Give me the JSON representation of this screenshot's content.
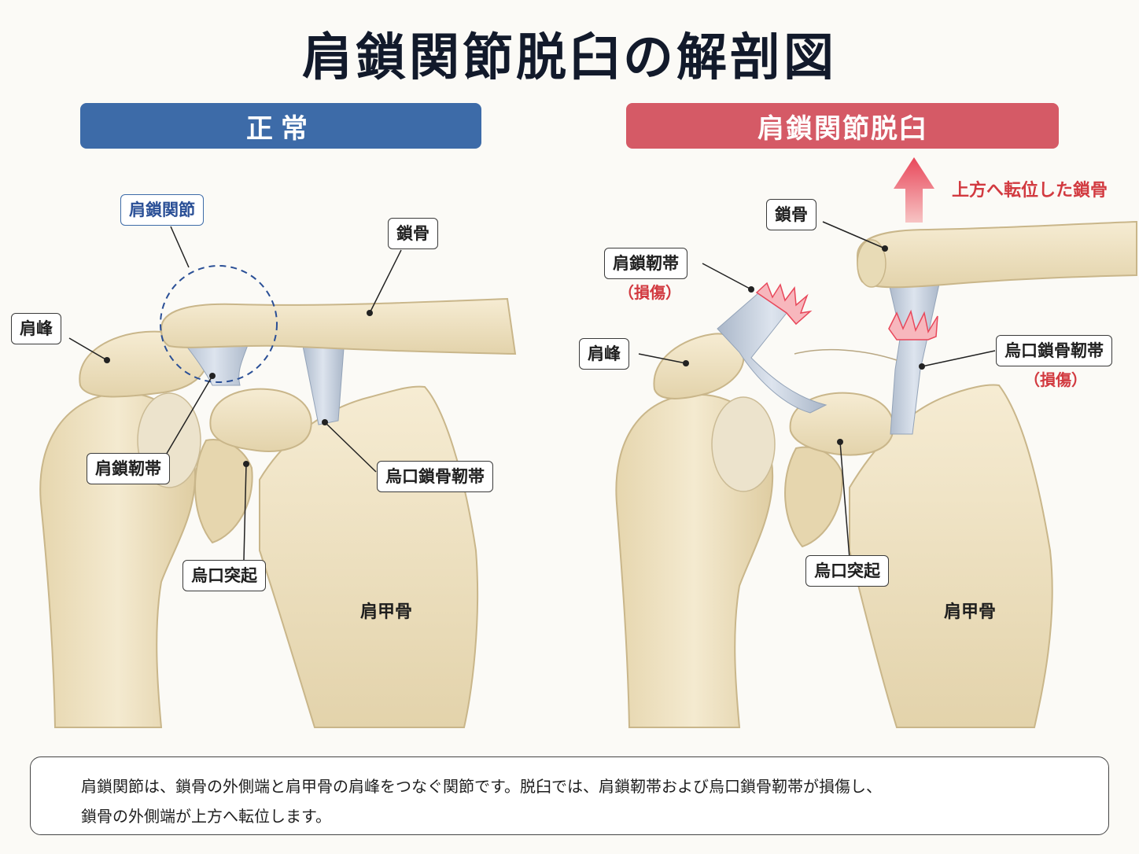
{
  "title": "肩鎖関節脱臼の解剖図",
  "panels": {
    "normal": {
      "header": "正常",
      "labels": {
        "ac_joint": "肩鎖関節",
        "clavicle": "鎖骨",
        "acromion": "肩峰",
        "ac_ligament": "肩鎖靭帯",
        "cc_ligament": "烏口鎖骨靭帯",
        "coracoid": "烏口突起",
        "scapula": "肩甲骨"
      }
    },
    "dislocated": {
      "header": "肩鎖関節脱臼",
      "displacement_note": "上方へ転位した鎖骨",
      "labels": {
        "clavicle": "鎖骨",
        "ac_ligament": "肩鎖靭帯",
        "ac_ligament_status": "（損傷）",
        "acromion": "肩峰",
        "cc_ligament": "烏口鎖骨靭帯",
        "cc_ligament_status": "（損傷）",
        "coracoid": "烏口突起",
        "scapula": "肩甲骨"
      }
    }
  },
  "caption": {
    "line1": "肩鎖関節は、鎖骨の外側端と肩甲骨の肩峰をつなぐ関節です。脱臼では、肩鎖靭帯および烏口鎖骨靭帯が損傷し、",
    "line2": "鎖骨の外側端が上方へ転位します。"
  },
  "colors": {
    "normal_header": "#3d6ba8",
    "dislocated_header": "#d55a66",
    "bone": "#efe3c4",
    "ligament": "#b9c6d6",
    "injury": "#e8475a"
  }
}
